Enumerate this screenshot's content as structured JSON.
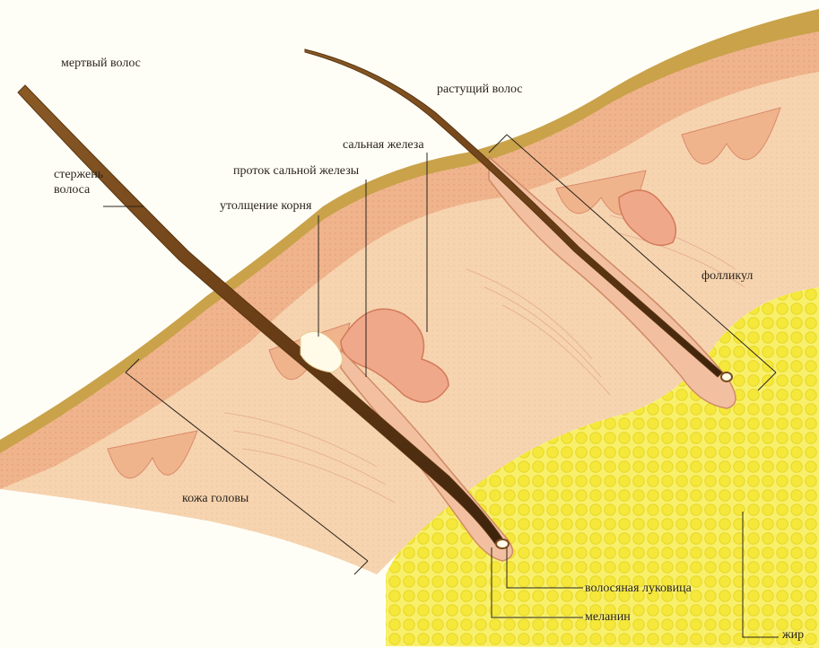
{
  "labels": {
    "dead_hair": "мертвый волос",
    "growing_hair": "растущий волос",
    "sebaceous_gland": "сальная железа",
    "sebaceous_duct": "проток сальной железы",
    "hair_shaft_line1": "стержень",
    "hair_shaft_line2": "волоса",
    "root_thickening": "утолщение корня",
    "follicle": "фолликул",
    "scalp_skin": "кожа головы",
    "hair_bulb": "волосяная луковица",
    "melanin": "меланин",
    "fat": "жир"
  },
  "colors": {
    "background": "#fffef6",
    "stratum_corneum": "#c9a24a",
    "epidermis": "#f0b48c",
    "dermis": "#f6d4b0",
    "fat": "#f7ef3a",
    "hair": "#7a4a1e",
    "leader_line": "#2a241c"
  }
}
